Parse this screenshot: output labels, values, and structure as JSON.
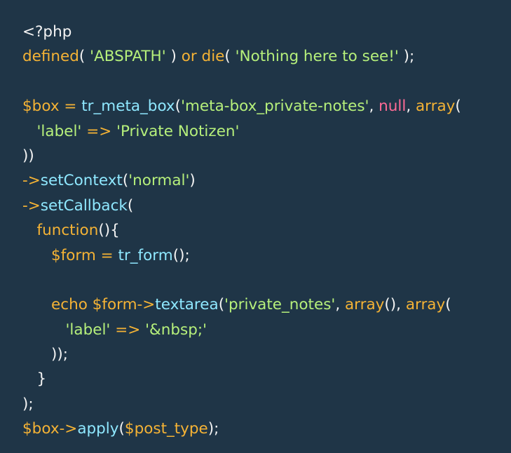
{
  "colors": {
    "background": "#1f3547",
    "plain": "#f3f3f3",
    "keyword": "#f5b335",
    "variable": "#f5b335",
    "function": "#8fe8ff",
    "string": "#b6f07b",
    "null": "#ff6b96"
  },
  "code": {
    "lines": [
      {
        "tokens": [
          {
            "type": "plain",
            "text": "<?php"
          }
        ]
      },
      {
        "tokens": [
          {
            "type": "kw",
            "text": "defined"
          },
          {
            "type": "plain",
            "text": "( "
          },
          {
            "type": "str",
            "text": "'ABSPATH'"
          },
          {
            "type": "plain",
            "text": " ) "
          },
          {
            "type": "kw",
            "text": "or"
          },
          {
            "type": "plain",
            "text": " "
          },
          {
            "type": "kw",
            "text": "die"
          },
          {
            "type": "plain",
            "text": "( "
          },
          {
            "type": "str",
            "text": "'Nothing here to see!'"
          },
          {
            "type": "plain",
            "text": " );"
          }
        ]
      },
      {
        "tokens": []
      },
      {
        "tokens": [
          {
            "type": "var",
            "text": "$box"
          },
          {
            "type": "plain",
            "text": " "
          },
          {
            "type": "kw",
            "text": "="
          },
          {
            "type": "plain",
            "text": " "
          },
          {
            "type": "fn",
            "text": "tr_meta_box"
          },
          {
            "type": "plain",
            "text": "("
          },
          {
            "type": "str",
            "text": "'meta-box_private-notes'"
          },
          {
            "type": "plain",
            "text": ", "
          },
          {
            "type": "null",
            "text": "null"
          },
          {
            "type": "plain",
            "text": ", "
          },
          {
            "type": "kw",
            "text": "array"
          },
          {
            "type": "plain",
            "text": "("
          }
        ]
      },
      {
        "tokens": [
          {
            "type": "plain",
            "text": "   "
          },
          {
            "type": "str",
            "text": "'label'"
          },
          {
            "type": "plain",
            "text": " "
          },
          {
            "type": "kw",
            "text": "=>"
          },
          {
            "type": "plain",
            "text": " "
          },
          {
            "type": "str",
            "text": "'Private Notizen'"
          }
        ]
      },
      {
        "tokens": [
          {
            "type": "plain",
            "text": "))"
          }
        ]
      },
      {
        "tokens": [
          {
            "type": "kw",
            "text": "->"
          },
          {
            "type": "fn",
            "text": "setContext"
          },
          {
            "type": "plain",
            "text": "("
          },
          {
            "type": "str",
            "text": "'normal'"
          },
          {
            "type": "plain",
            "text": ")"
          }
        ]
      },
      {
        "tokens": [
          {
            "type": "kw",
            "text": "->"
          },
          {
            "type": "fn",
            "text": "setCallback"
          },
          {
            "type": "plain",
            "text": "("
          }
        ]
      },
      {
        "tokens": [
          {
            "type": "plain",
            "text": "   "
          },
          {
            "type": "kw",
            "text": "function"
          },
          {
            "type": "plain",
            "text": "(){"
          }
        ]
      },
      {
        "tokens": [
          {
            "type": "plain",
            "text": "      "
          },
          {
            "type": "var",
            "text": "$form"
          },
          {
            "type": "plain",
            "text": " "
          },
          {
            "type": "kw",
            "text": "="
          },
          {
            "type": "plain",
            "text": " "
          },
          {
            "type": "fn",
            "text": "tr_form"
          },
          {
            "type": "plain",
            "text": "();"
          }
        ]
      },
      {
        "tokens": []
      },
      {
        "tokens": [
          {
            "type": "plain",
            "text": "      "
          },
          {
            "type": "kw",
            "text": "echo"
          },
          {
            "type": "plain",
            "text": " "
          },
          {
            "type": "var",
            "text": "$form"
          },
          {
            "type": "kw",
            "text": "->"
          },
          {
            "type": "fn",
            "text": "textarea"
          },
          {
            "type": "plain",
            "text": "("
          },
          {
            "type": "str",
            "text": "'private_notes'"
          },
          {
            "type": "plain",
            "text": ", "
          },
          {
            "type": "kw",
            "text": "array"
          },
          {
            "type": "plain",
            "text": "(), "
          },
          {
            "type": "kw",
            "text": "array"
          },
          {
            "type": "plain",
            "text": "("
          }
        ]
      },
      {
        "tokens": [
          {
            "type": "plain",
            "text": "         "
          },
          {
            "type": "str",
            "text": "'label'"
          },
          {
            "type": "plain",
            "text": " "
          },
          {
            "type": "kw",
            "text": "=>"
          },
          {
            "type": "plain",
            "text": " "
          },
          {
            "type": "str",
            "text": "'&nbsp;'"
          }
        ]
      },
      {
        "tokens": [
          {
            "type": "plain",
            "text": "      ));"
          }
        ]
      },
      {
        "tokens": [
          {
            "type": "plain",
            "text": "   }"
          }
        ]
      },
      {
        "tokens": [
          {
            "type": "plain",
            "text": ");"
          }
        ]
      },
      {
        "tokens": [
          {
            "type": "var",
            "text": "$box"
          },
          {
            "type": "kw",
            "text": "->"
          },
          {
            "type": "fn",
            "text": "apply"
          },
          {
            "type": "plain",
            "text": "("
          },
          {
            "type": "var",
            "text": "$post_type"
          },
          {
            "type": "plain",
            "text": ");"
          }
        ]
      }
    ]
  }
}
